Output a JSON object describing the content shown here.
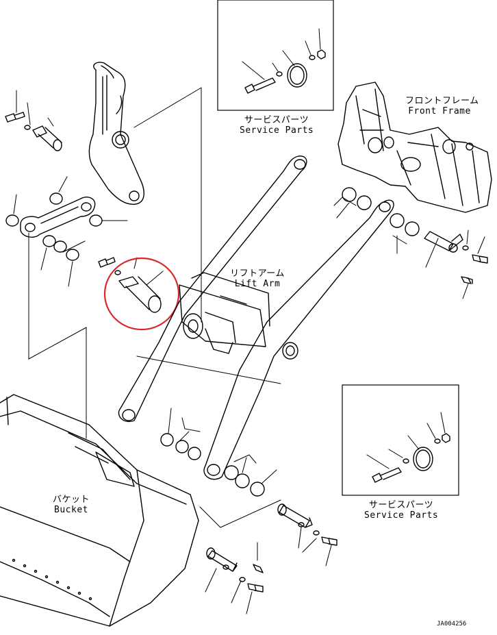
{
  "labels": {
    "service_parts_top_jp": "サービスパーツ",
    "service_parts_top_en": "Service Parts",
    "front_frame_jp": "フロントフレーム",
    "front_frame_en": "Front Frame",
    "lift_arm_jp": "リフトアーム",
    "lift_arm_en": "Lift Arm",
    "bucket_jp": "バケット",
    "bucket_en": "Bucket",
    "service_parts_bottom_jp": "サービスパーツ",
    "service_parts_bottom_en": "Service Parts"
  },
  "drawing_code": "JA004256",
  "highlight": {
    "color": "#d9262c"
  }
}
